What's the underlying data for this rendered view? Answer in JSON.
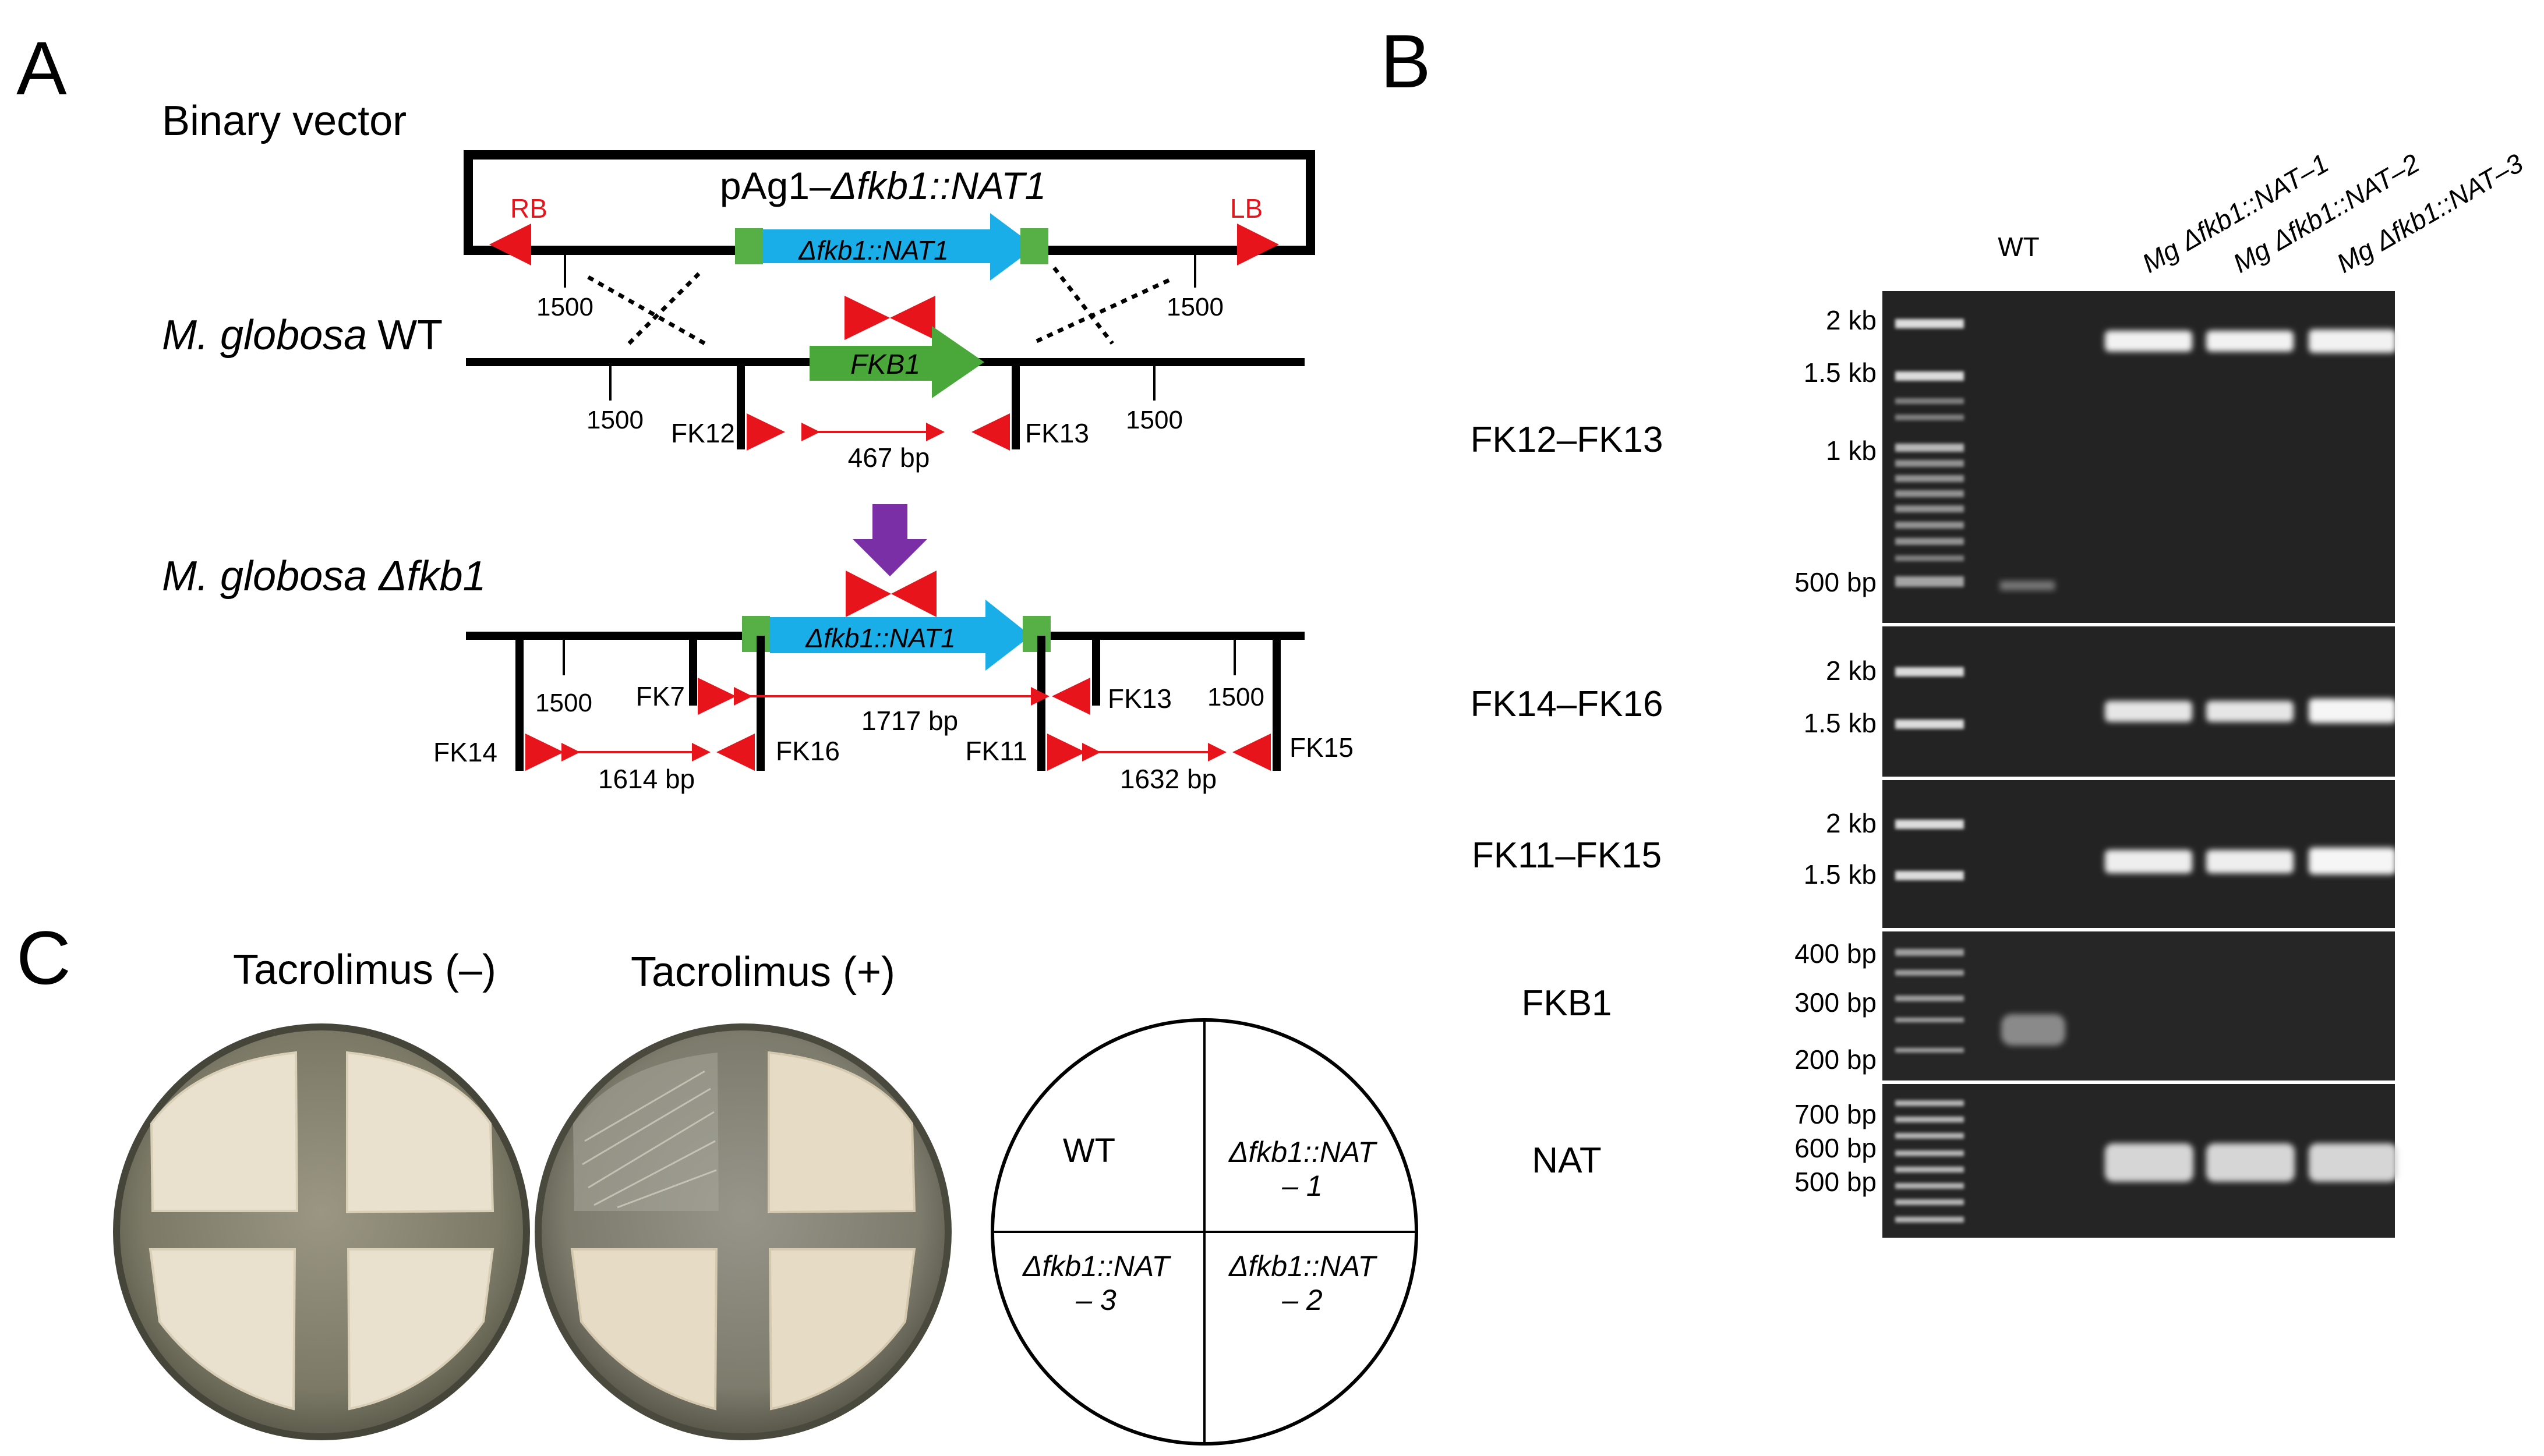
{
  "panels": {
    "a": "A",
    "b": "B",
    "c": "C"
  },
  "construct": {
    "heading": "Binary vector",
    "plasmid_prefix": "pAg1–",
    "plasmid_italic": "Δfkb1::NAT1",
    "cassette": "Δfkb1::NAT1",
    "rb": "RB",
    "lb": "LB",
    "flank_left": "1500",
    "flank_right": "1500"
  },
  "wildtype": {
    "label_italic": "M. globosa",
    "label_plain": "WT",
    "gene": "FKB1",
    "flank_left": "1500",
    "flank_right": "1500",
    "primer_left": "FK12",
    "primer_right": "FK13",
    "amplicon": "467 bp"
  },
  "mutant": {
    "label": "M. globosa Δfkb1",
    "cassette": "Δfkb1::NAT1",
    "flank_left": "1500",
    "flank_right": "1500",
    "primers": {
      "fk7": "FK7",
      "fk13": "FK13",
      "fk14": "FK14",
      "fk16": "FK16",
      "fk11": "FK11",
      "fk15": "FK15"
    },
    "amplicons": {
      "cassette": "1717 bp",
      "left": "1614 bp",
      "right": "1632 bp"
    }
  },
  "gel": {
    "lanes": [
      "WT",
      "Mg Δfkb1::NAT–1",
      "Mg Δfkb1::NAT–2",
      "Mg Δfkb1::NAT–3"
    ],
    "rows": [
      {
        "label": "FK12–FK13",
        "markers": [
          "2 kb",
          "1.5 kb",
          "1 kb",
          "500 bp"
        ]
      },
      {
        "label": "FK14–FK16",
        "markers": [
          "2 kb",
          "1.5 kb"
        ]
      },
      {
        "label": "FK11–FK15",
        "markers": [
          "2 kb",
          "1.5 kb"
        ]
      },
      {
        "label": "FKB1",
        "markers": [
          "400 bp",
          "300 bp",
          "200 bp"
        ]
      },
      {
        "label": "NAT",
        "markers": [
          "700 bp",
          "600 bp",
          "500 bp"
        ]
      }
    ]
  },
  "plates": {
    "minus_title": "Tacrolimus (–)",
    "plus_title": "Tacrolimus (+)",
    "layout": {
      "q1": "WT",
      "q2_line1": "Δfkb1::NAT",
      "q2_line2": "– 1",
      "q3_line1": "Δfkb1::NAT",
      "q3_line2": "– 3",
      "q4_line1": "Δfkb1::NAT",
      "q4_line2": "– 2"
    }
  },
  "colors": {
    "arrow_red": "#e8141c",
    "cassette_blue": "#1aaee8",
    "gene_green": "#4aa83a",
    "flank_green": "#56b045",
    "transform_purple": "#7a2fa6",
    "gel_bg": "#232323",
    "band": "#f2f2f2"
  }
}
